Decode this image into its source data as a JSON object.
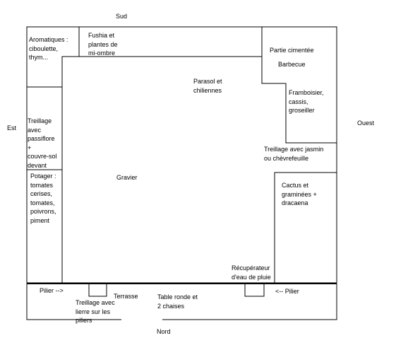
{
  "directions": {
    "south": "Sud",
    "north": "Nord",
    "east": "Est",
    "west": "Ouest"
  },
  "zones": {
    "aromatic": "Aromatiques :\nciboulette,\nthym...",
    "fuchsia": "Fushia et\nplantes de\nmi-ombre",
    "cemented": "Partie cimentée",
    "barbecue": "Barbecue",
    "parasol": "Parasol et\nchiliennes",
    "berries": "Framboisier,\ncassis,\ngroseiller",
    "trellis_east": "Treillage\navec\npassiflore\n+\ncouvre-sol\ndevant",
    "trellis_west": "Treillage avec jasmin\nou chèvrefeuille",
    "gravel": "Gravier",
    "vegetable": "Potager :\ntomates\ncerises,\ntomates,\npoivrons,\npiment",
    "cactus": "Cactus et\ngraminées +\ndracaena",
    "rainwater": "Récupérateur\nd'eau de pluie",
    "pillar_left": "Pilier -->",
    "pillar_right": "<-- Pilier",
    "terrace": "Terrasse",
    "ivy_trellis": "Treillage avec\nlierre sur les\npiliers",
    "table": "Table ronde et\n2 chaises"
  }
}
